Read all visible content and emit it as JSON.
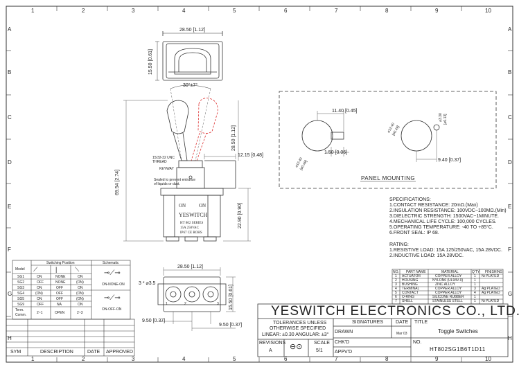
{
  "grid": {
    "cols": [
      "1",
      "2",
      "3",
      "4",
      "5",
      "6",
      "7",
      "8",
      "9",
      "10"
    ],
    "rows": [
      "A",
      "B",
      "C",
      "D",
      "E",
      "F",
      "G",
      "H"
    ]
  },
  "top_view": {
    "width": "28.50 [1.12]",
    "height": "15.50 [0.61]"
  },
  "side_view": {
    "angle": "30°±7°",
    "height_total": "69.54 [2.74]",
    "height_lever": "28.50 [1.12]",
    "width_body": "12.15 [0.48]",
    "height_body": "22.90 [0.90]",
    "thread": "15/32-32 UNC\nTHREAD",
    "thread_l1": "15/32-32 UNC",
    "thread_l2": "THREAD",
    "keyway": "KEYWAY",
    "seal_l1": "Sealed to prevent entrance",
    "seal_l2": "of liquids or dust.",
    "on_left": "ON",
    "on_right": "ON",
    "brand": "YESWITCH",
    "series": "HT 802 SERIES",
    "rating": "15A    250VAC",
    "cert": "IP67 CE ROHS"
  },
  "panel": {
    "label": "PANEL MOUNTING",
    "dim1": "11.40 [0.45]",
    "dim2": "1.50 [0.06]",
    "dim3": "9.40 [0.37]",
    "dia1_a": "⌀12.40",
    "dia1_b": "[⌀0.49]",
    "dia2_a": "⌀12.40",
    "dia2_b": "[⌀0.49]",
    "dia3_a": "⌀3.30",
    "dia3_b": "[⌀0.13]"
  },
  "specs": {
    "title": "SPECIFICATIONS:",
    "lines": [
      "1.CONTACT RESISTANCE: 20mΩ.(Max)",
      "2.INSULATION RESISTANCE: 100VDC~100MΩ.(Min)",
      "3.DIELECTRIC STRENGTH: 1500VAC~1MINUTE.",
      "4.MECHANICAL LIFE CYCLE: 100,000 CYCLES.",
      "5.OPERATING TEMPERATURE: -40 TO +85°C.",
      "6.FRONT SEAL: IP 68."
    ],
    "rating_title": "RATING:",
    "rating_lines": [
      "1.RESISTIVE LOAD: 15A 125/250VAC, 15A 28VDC.",
      "2.INDUCTIVE LOAD: 15A 28VDC."
    ]
  },
  "parts": {
    "headers": [
      "NO.",
      "PART NAME",
      "MATERIAL",
      "Q'TY",
      "FINISHING"
    ],
    "rows": [
      [
        "1",
        "ACTUATOR",
        "COPPER ALLOY",
        "1",
        "Ni PLATED"
      ],
      [
        "2",
        "HOUSING",
        "NYLON6 (UL94V-0)",
        "1",
        ""
      ],
      [
        "3",
        "BUSHING",
        "ZINC ALLOY",
        "1",
        ""
      ],
      [
        "4",
        "TERMINAL",
        "COPPER ALLOY",
        "3",
        "Ag PLATED"
      ],
      [
        "5",
        "CONTACT",
        "COPPER ALLOY",
        "4",
        "Ag PLATED"
      ],
      [
        "6",
        "O-RING",
        "SILICONE RUBBER",
        "1",
        ""
      ],
      [
        "7",
        "SHELL",
        "STAINLESS STELL",
        "1",
        "Ni PLATED"
      ]
    ]
  },
  "bottom_view": {
    "width": "28.50 [1.12]",
    "holes": "3 * ⌀3.5",
    "height": "15.50 [0.61]",
    "left": "9.50 [0.37]",
    "right": "9.50 [0.37]",
    "t1": "1",
    "t2": "2",
    "t3": "3"
  },
  "switch_table": {
    "h_model": "Model",
    "h_position": "Switching Position",
    "h_schematic": "Schematic",
    "rows": [
      [
        "SG1",
        "ON",
        "NONE",
        "ON"
      ],
      [
        "SG2",
        "OFF",
        "NONE",
        "(ON)"
      ],
      [
        "SG3",
        "ON",
        "OFF",
        "ON"
      ],
      [
        "SG4",
        "(ON)",
        "OFF",
        "(ON)"
      ],
      [
        "SG5",
        "ON",
        "OFF",
        "(ON)"
      ],
      [
        "SG9",
        "OFF",
        "NA",
        "ON"
      ]
    ],
    "term_label": "Term.\nComm.",
    "term_l1": "Term.",
    "term_l2": "Comm.",
    "term_vals": [
      "2~1",
      "OPEN",
      "2~3"
    ],
    "schem1": "ON-NONE-ON",
    "schem2": "ON-OFF-ON"
  },
  "revision": {
    "sym": "SYM",
    "description": "DESCRIPTION",
    "date": "DATE",
    "approved": "APPROVED"
  },
  "title_block": {
    "company": "YESWITCH ELECTRONICS CO., LTD.",
    "tol1": "TOLERANCES UNLESS",
    "tol2": "OTHERWISE SPECIFIED",
    "tol3": "LINEAR: ±0.30 ANGULAR: ±3°",
    "revisions": "REVISIONS",
    "rev_val": "A",
    "scale": "SCALE",
    "scale_val": "5/1",
    "signatures": "SIGNATURES",
    "date": "DATE",
    "title": "TITLE",
    "drawn": "DRAWN",
    "drawn_date": "Mar 03",
    "chkd": "CHK'D",
    "appvd": "APPV'D",
    "title_val": "Toggle Switches",
    "no": "NO.",
    "no_val": "HT802SG1B6T1D11"
  }
}
